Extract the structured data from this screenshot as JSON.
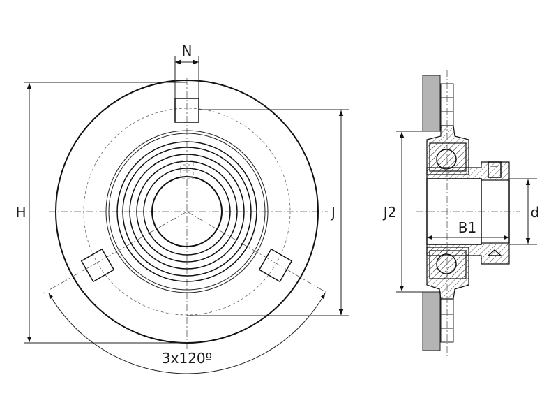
{
  "labels": {
    "N": "N",
    "H": "H",
    "J": "J",
    "J2": "J2",
    "B1": "B1",
    "d": "d",
    "angle": "3x120º"
  },
  "colors": {
    "line": "#111111",
    "wall": "#b4b4b4",
    "background": "#ffffff"
  }
}
